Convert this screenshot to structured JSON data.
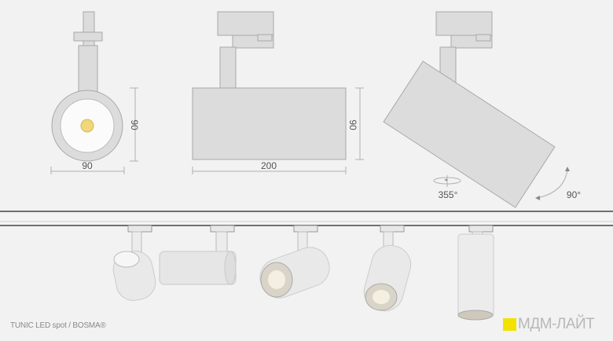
{
  "drawings": {
    "front": {
      "width_label": "90",
      "height_label": "90"
    },
    "side": {
      "width_label": "200",
      "height_label": "90"
    },
    "rotated": {
      "rotation_label": "355°",
      "tilt_label": "90°"
    }
  },
  "footer": {
    "product": "TUNIC LED spot /  BOSMA®"
  },
  "logo": {
    "text": "МДМ-ЛАЙТ",
    "accent_color": "#f3e100"
  },
  "colors": {
    "background": "#f1f2f1",
    "led": "#f0d77a"
  }
}
